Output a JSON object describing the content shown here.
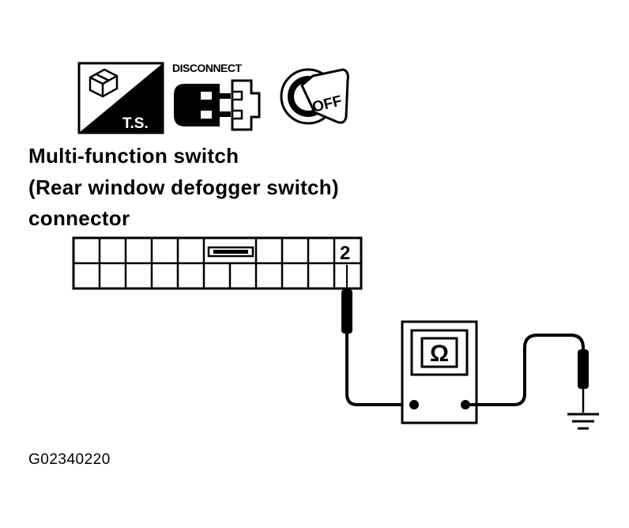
{
  "icons": {
    "ts_icon": {
      "name": "test-symbol-icon",
      "label": "T.S."
    },
    "disconnect_icon": {
      "name": "disconnect-connector-icon",
      "label": "DISCONNECT"
    },
    "ignition_icon": {
      "name": "ignition-off-key-icon",
      "label": "OFF"
    }
  },
  "heading": {
    "line1": "Multi-function switch",
    "line2": "(Rear window defogger switch)",
    "line3": "connector"
  },
  "connector": {
    "terminal_label": "2"
  },
  "meter": {
    "symbol": "Ω"
  },
  "figure_code": "G02340220"
}
